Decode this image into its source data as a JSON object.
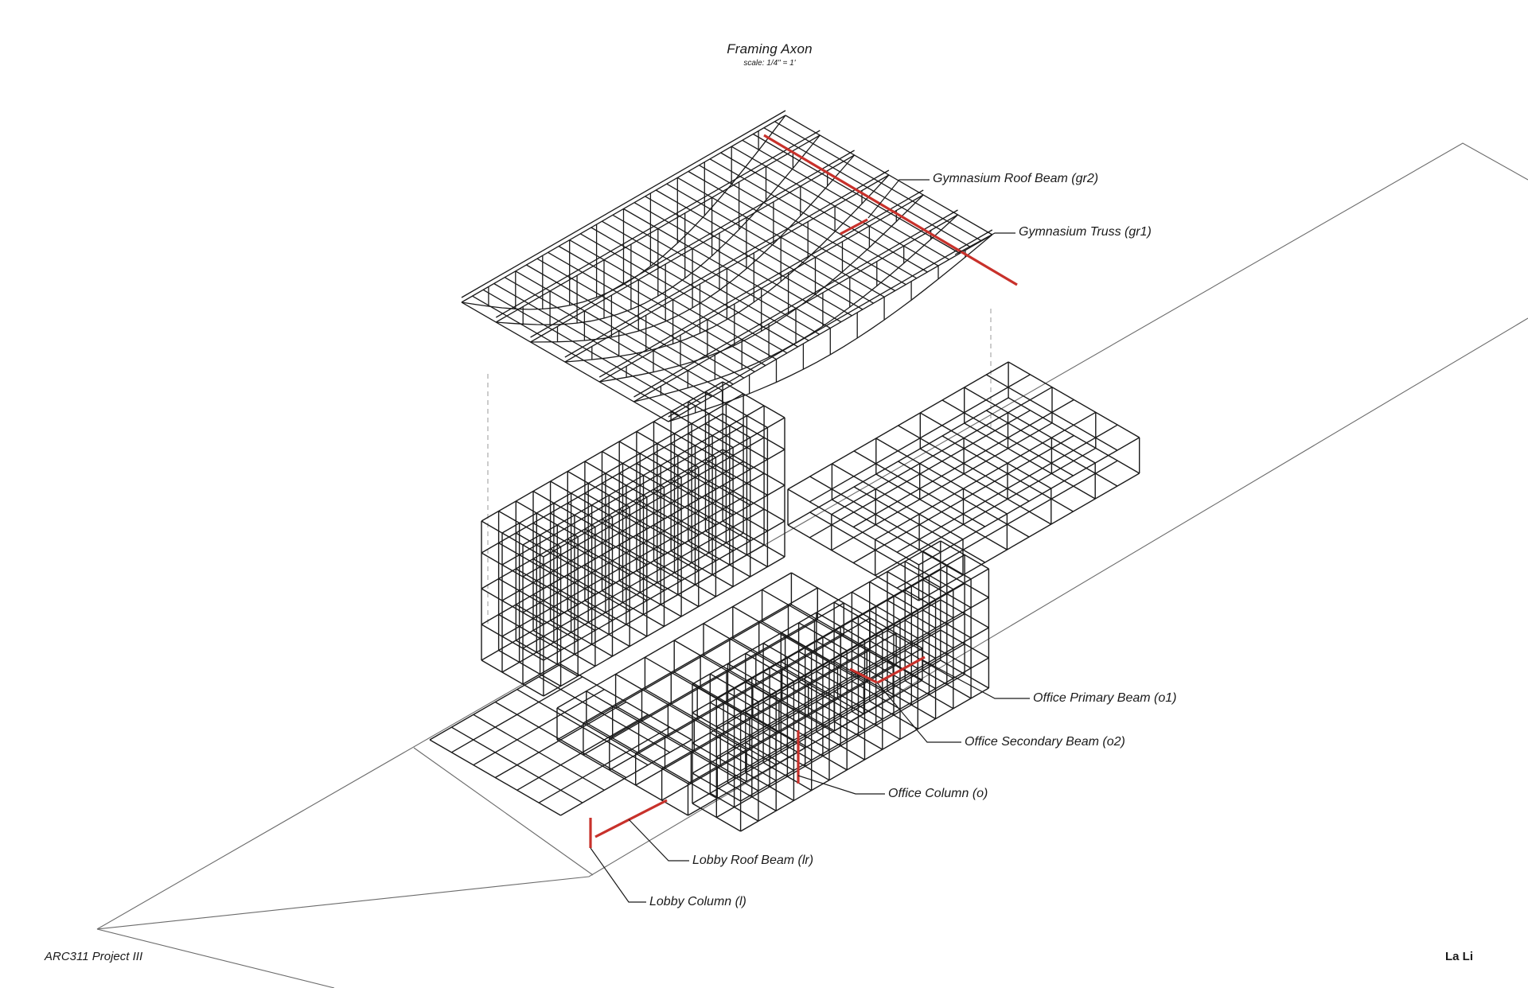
{
  "title": "Framing Axon",
  "scale_note": "scale: 1/4\" = 1'",
  "project": "ARC311 Project III",
  "author": "La Li",
  "colors": {
    "line": "#1a1a1a",
    "highlight": "#c8312b",
    "site": "#6b6b6b",
    "guide": "#9a9a9a"
  },
  "callouts": [
    {
      "id": "gr2",
      "text": "Gymnasium Roof Beam (gr2)"
    },
    {
      "id": "gr1",
      "text": "Gymnasium Truss (gr1)"
    },
    {
      "id": "o1",
      "text": "Office Primary Beam (o1)"
    },
    {
      "id": "o2",
      "text": "Office Secondary Beam (o2)"
    },
    {
      "id": "o",
      "text": "Office Column (o)"
    },
    {
      "id": "lr",
      "text": "Lobby Roof Beam (lr)"
    },
    {
      "id": "l",
      "text": "Lobby Column (l)"
    }
  ]
}
